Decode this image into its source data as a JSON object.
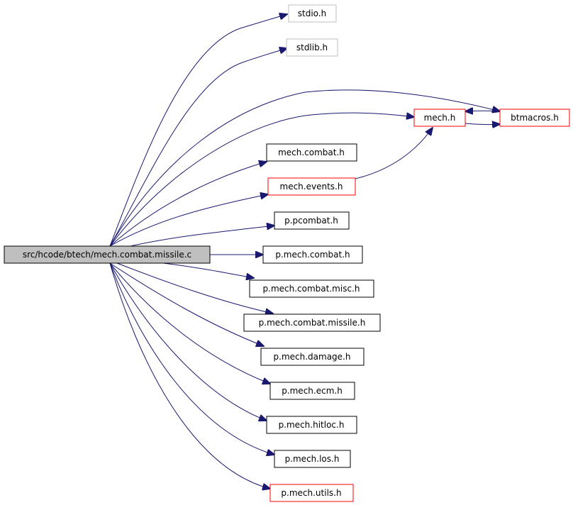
{
  "colors": {
    "edge": "#191970",
    "root_fill": "#bfbfbf",
    "root_border": "#000000",
    "doc_border": "#000000",
    "undoc_border": "#ff0000",
    "external_border": "#bfbfbf"
  },
  "nodes": {
    "root": {
      "label": "src/hcode/btech/mech.combat.missile.c",
      "kind": "root"
    },
    "stdio": {
      "label": "stdio.h",
      "kind": "external"
    },
    "stdlib": {
      "label": "stdlib.h",
      "kind": "external"
    },
    "mech": {
      "label": "mech.h",
      "kind": "undocumented"
    },
    "btmacros": {
      "label": "btmacros.h",
      "kind": "undocumented"
    },
    "mech_combat": {
      "label": "mech.combat.h",
      "kind": "documented"
    },
    "mech_events": {
      "label": "mech.events.h",
      "kind": "undocumented"
    },
    "p_pcombat": {
      "label": "p.pcombat.h",
      "kind": "documented"
    },
    "p_mech_combat": {
      "label": "p.mech.combat.h",
      "kind": "documented"
    },
    "p_mech_combat_misc": {
      "label": "p.mech.combat.misc.h",
      "kind": "documented"
    },
    "p_mech_combat_missile": {
      "label": "p.mech.combat.missile.h",
      "kind": "documented"
    },
    "p_mech_damage": {
      "label": "p.mech.damage.h",
      "kind": "documented"
    },
    "p_mech_ecm": {
      "label": "p.mech.ecm.h",
      "kind": "documented"
    },
    "p_mech_hitloc": {
      "label": "p.mech.hitloc.h",
      "kind": "documented"
    },
    "p_mech_los": {
      "label": "p.mech.los.h",
      "kind": "documented"
    },
    "p_mech_utils": {
      "label": "p.mech.utils.h",
      "kind": "undocumented"
    }
  },
  "edges": [
    [
      "root",
      "stdio"
    ],
    [
      "root",
      "stdlib"
    ],
    [
      "root",
      "btmacros"
    ],
    [
      "root",
      "mech"
    ],
    [
      "root",
      "mech_combat"
    ],
    [
      "root",
      "mech_events"
    ],
    [
      "root",
      "p_pcombat"
    ],
    [
      "root",
      "p_mech_combat"
    ],
    [
      "root",
      "p_mech_combat_misc"
    ],
    [
      "root",
      "p_mech_combat_missile"
    ],
    [
      "root",
      "p_mech_damage"
    ],
    [
      "root",
      "p_mech_ecm"
    ],
    [
      "root",
      "p_mech_hitloc"
    ],
    [
      "root",
      "p_mech_los"
    ],
    [
      "root",
      "p_mech_utils"
    ],
    [
      "mech",
      "btmacros"
    ],
    [
      "btmacros",
      "mech"
    ],
    [
      "mech_events",
      "mech"
    ]
  ]
}
